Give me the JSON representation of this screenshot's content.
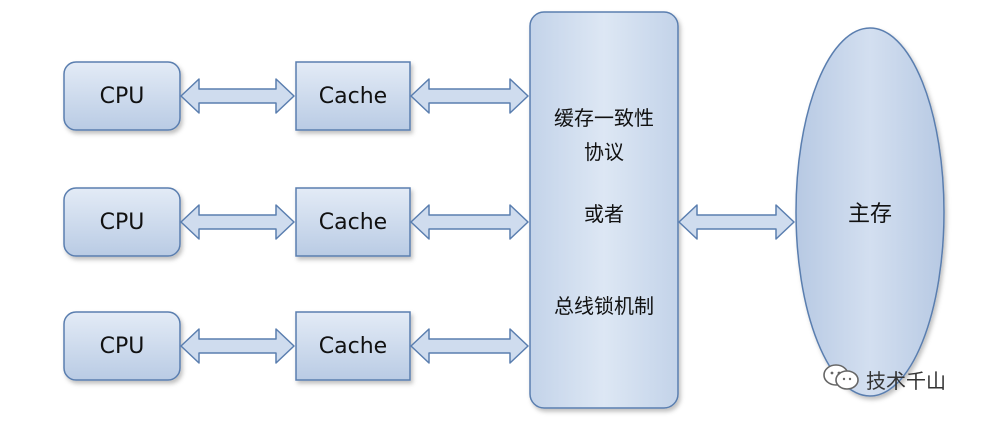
{
  "colors": {
    "box_fill": "#c5d5ea",
    "box_fill_light": "#dbe5f4",
    "stroke": "#5a7eaf",
    "arrow_fill": "#cfdcee",
    "text": "#111111"
  },
  "nodes": {
    "cpus": [
      "CPU",
      "CPU",
      "CPU"
    ],
    "caches": [
      "Cache",
      "Cache",
      "Cache"
    ],
    "bus": {
      "line1": "缓存一致性",
      "line2": "协议",
      "line3": "或者",
      "line4": "总线锁机制"
    },
    "memory": "主存"
  },
  "edges": [
    {
      "from": "CPU",
      "to": "Cache",
      "direction": "bidirectional"
    },
    {
      "from": "Cache",
      "to": "缓存一致性协议 或者 总线锁机制",
      "direction": "bidirectional"
    },
    {
      "from": "缓存一致性协议 或者 总线锁机制",
      "to": "主存",
      "direction": "bidirectional"
    }
  ],
  "watermark": {
    "icon": "wechat-icon",
    "text": "技术千山"
  }
}
